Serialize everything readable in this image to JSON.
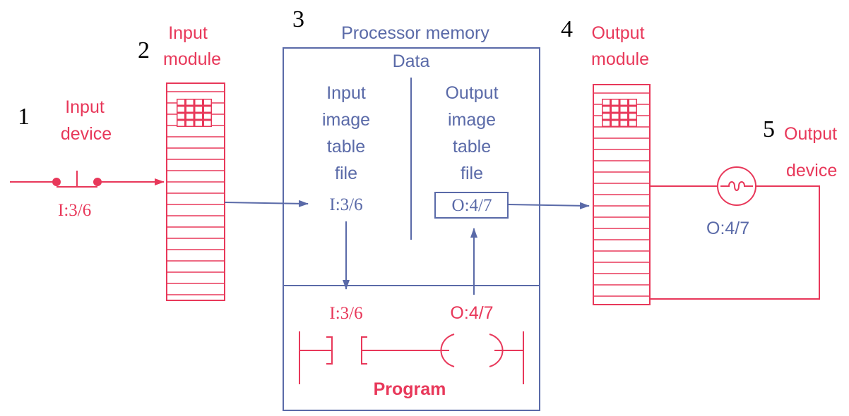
{
  "numbers": {
    "n1": "1",
    "n2": "2",
    "n3": "3",
    "n4": "4",
    "n5": "5"
  },
  "input_device": {
    "line1": "Input",
    "line2": "device",
    "address": "I:3/6"
  },
  "input_module": {
    "line1": "Input",
    "line2": "module"
  },
  "processor": {
    "title": "Processor memory",
    "data_label": "Data",
    "input_table": [
      "Input",
      "image",
      "table",
      "file"
    ],
    "input_address": "I:3/6",
    "output_table": [
      "Output",
      "image",
      "table",
      "file"
    ],
    "output_address": "O:4/7",
    "program_label": "Program",
    "program_input": "I:3/6",
    "program_output": "O:4/7"
  },
  "output_module": {
    "line1": "Output",
    "line2": "module"
  },
  "output_device": {
    "line1": "Output",
    "line2": "device",
    "address": "O:4/7"
  },
  "colors": {
    "red": "#e8385a",
    "blue": "#5a6aa8",
    "black": "#000000"
  },
  "icons": {
    "input_switch": "pushbutton-switch-icon",
    "output_lamp": "lamp-icon",
    "contact": "contact-icon",
    "coil": "coil-icon"
  }
}
